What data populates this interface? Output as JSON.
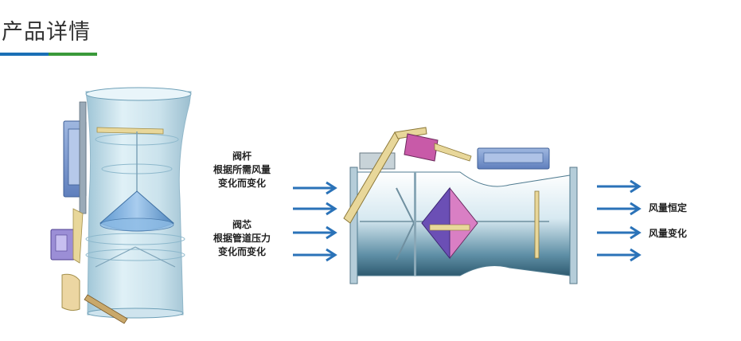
{
  "page": {
    "title": "产品详情"
  },
  "annotations": {
    "valve_rod": {
      "name": "阀杆",
      "desc_line1": "根据所需风量",
      "desc_line2": "变化而变化"
    },
    "valve_core": {
      "name": "阀芯",
      "desc_line1": "根据管道压力",
      "desc_line2": "变化而变化"
    }
  },
  "outputs": {
    "constant_flow": "风量恒定",
    "variable_flow": "风量变化"
  },
  "colors": {
    "accent_blue": "#1a6fb5",
    "accent_green": "#3a9a3a",
    "arrow_blue": "#2a72b8",
    "pipe_blue": "#9fc7dc",
    "cone_blue": "#7fb3e0",
    "core_purple": "#6b4fb5",
    "core_pink": "#d97fc4",
    "mechanism_yellow": "#e8d79a",
    "motor_pink": "#c85aa8"
  },
  "icons": [
    "arrow-right-icon"
  ]
}
